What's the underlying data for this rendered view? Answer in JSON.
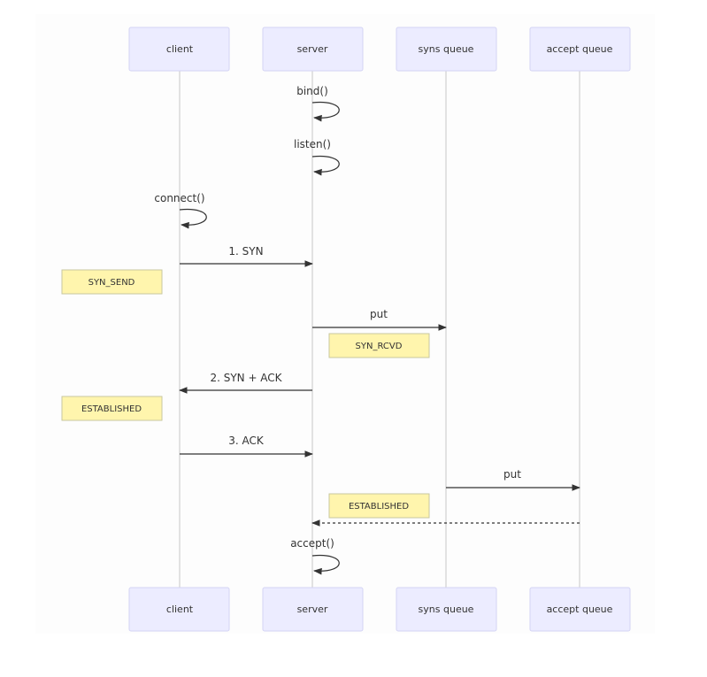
{
  "actors": {
    "client": "client",
    "server": "server",
    "syns_queue": "syns queue",
    "accept_queue": "accept queue"
  },
  "messages": {
    "bind": "bind()",
    "listen": "listen()",
    "connect": "connect()",
    "syn": "1. SYN",
    "put_syns": "put",
    "syn_ack": "2. SYN + ACK",
    "ack": "3. ACK",
    "put_accept": "put",
    "accept": "accept()"
  },
  "notes": {
    "syn_send": "SYN_SEND",
    "syn_rcvd": "SYN_RCVD",
    "established_client": "ESTABLISHED",
    "established_server": "ESTABLISHED"
  },
  "colors": {
    "actor_fill": "#ececff",
    "note_fill": "#fff5ad",
    "line": "#333333"
  }
}
